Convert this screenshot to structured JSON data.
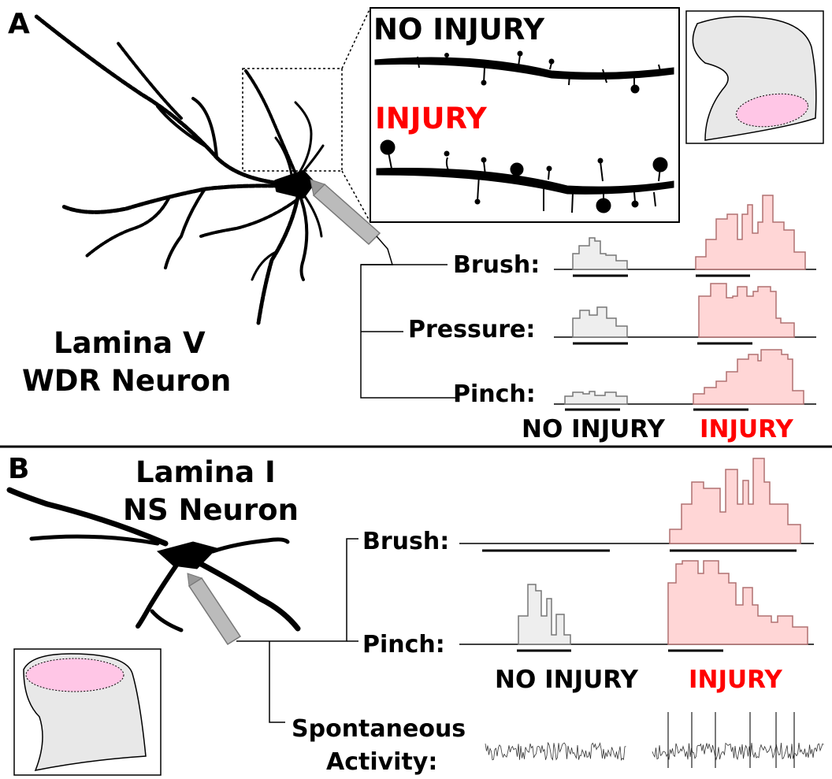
{
  "panels": {
    "a": {
      "letter": "A",
      "neuron_title_line1": "Lamina V",
      "neuron_title_line2": "WDR Neuron",
      "inset_no_injury": "NO INJURY",
      "inset_injury": "INJURY",
      "stimuli": [
        "Brush:",
        "Pressure:",
        "Pinch:"
      ],
      "condition_no_injury": "NO INJURY",
      "condition_injury": "INJURY"
    },
    "b": {
      "letter": "B",
      "neuron_title_line1": "Lamina I",
      "neuron_title_line2": "NS Neuron",
      "stimuli": [
        "Brush:",
        "Pinch:"
      ],
      "condition_no_injury": "NO INJURY",
      "condition_injury": "INJURY",
      "spontaneous_line1": "Spontaneous",
      "spontaneous_line2": "Activity:"
    }
  },
  "colors": {
    "injury_text": "#ff0000",
    "injury_fill": "#ffd6d6",
    "injury_stroke": "#b07070",
    "no_injury_fill": "#eeeeee",
    "no_injury_stroke": "#777777",
    "lamina_highlight": "#ffc6e6",
    "spinal_cord_fill": "#e8e8e8"
  }
}
